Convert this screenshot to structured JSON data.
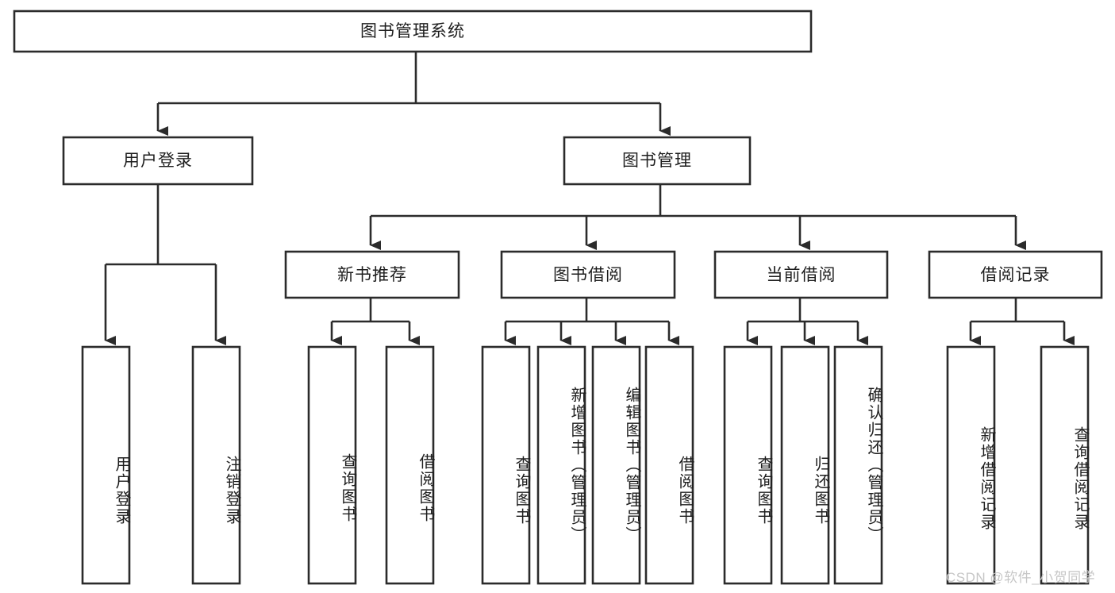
{
  "diagram": {
    "title": "图书管理系统",
    "type": "tree-hierarchy-diagram",
    "colors": {
      "background": "#ffffff",
      "box_fill": "#ffffff",
      "box_stroke": "#2b2b2b",
      "text": "#1e1e1e",
      "watermark": "#c6c6c6"
    },
    "root": {
      "label": "图书管理系统"
    },
    "level2": [
      {
        "label": "用户登录"
      },
      {
        "label": "图书管理"
      }
    ],
    "level3": [
      {
        "label": "新书推荐"
      },
      {
        "label": "图书借阅"
      },
      {
        "label": "当前借阅"
      },
      {
        "label": "借阅记录"
      }
    ],
    "leaves": {
      "user_login": [
        {
          "label": "用户登录"
        },
        {
          "label": "注销登录"
        }
      ],
      "new_book_recommend": [
        {
          "label": "查询图书"
        },
        {
          "label": "借阅图书"
        }
      ],
      "book_borrow": [
        {
          "label": "查询图书"
        },
        {
          "label": "新增图书（管理员）"
        },
        {
          "label": "编辑图书（管理员）"
        },
        {
          "label": "借阅图书"
        }
      ],
      "current_borrow": [
        {
          "label": "查询图书"
        },
        {
          "label": "归还图书"
        },
        {
          "label": "确认归还（管理员）"
        }
      ],
      "borrow_record": [
        {
          "label": "新增借阅记录"
        },
        {
          "label": "查询借阅记录"
        }
      ]
    }
  },
  "watermark": {
    "text": "CSDN @软件_小贺同学"
  }
}
